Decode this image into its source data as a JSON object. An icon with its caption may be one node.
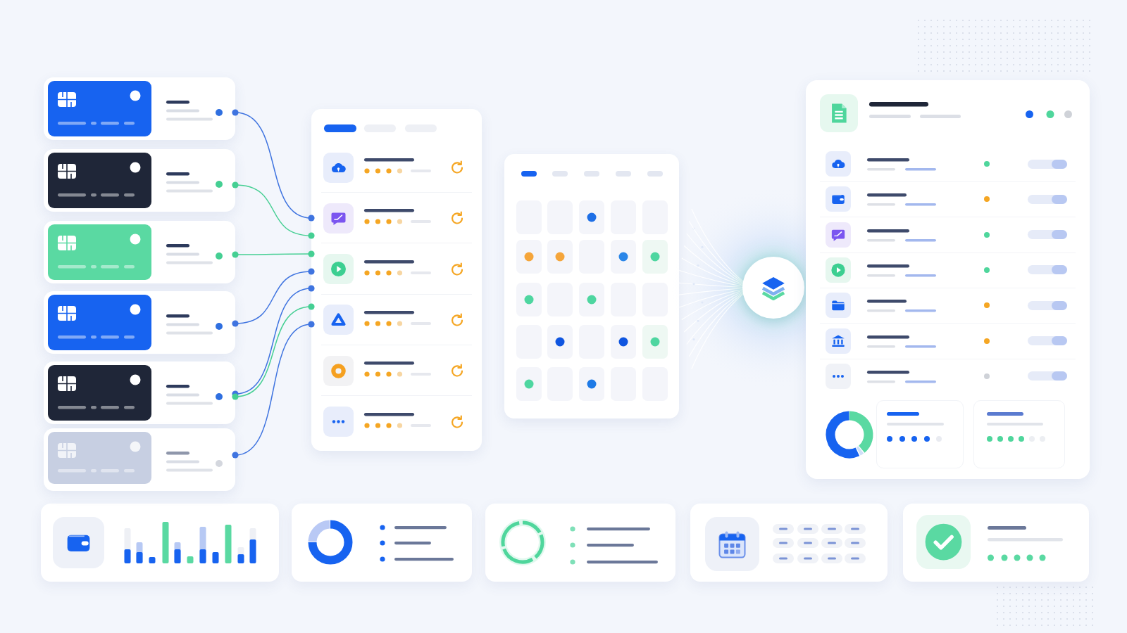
{
  "diagram": {
    "nodes": [
      {
        "text": [],
        "shape": "box"
      },
      {
        "text": [],
        "shape": "box"
      },
      {
        "text": [],
        "shape": "box"
      },
      {
        "text": [],
        "shape": "box"
      },
      {
        "text": [],
        "shape": "box"
      },
      {
        "text": [],
        "shape": "box"
      },
      {
        "text": [],
        "shape": "box"
      }
    ],
    "edges": [
      {
        "from": 0,
        "to": 6,
        "arrow": "other"
      },
      {
        "from": 1,
        "to": 6,
        "arrow": "other",
        "color": "#45cf93"
      },
      {
        "from": 2,
        "to": 6,
        "arrow": "other",
        "color": "#45cf93"
      },
      {
        "from": 3,
        "to": 6,
        "arrow": "other"
      },
      {
        "from": 4,
        "to": 6,
        "arrow": "other"
      },
      {
        "from": 4,
        "to": 6,
        "arrow": "other",
        "color": "#45cf93"
      },
      {
        "from": 5,
        "to": 6,
        "arrow": "other"
      }
    ]
  }
}
